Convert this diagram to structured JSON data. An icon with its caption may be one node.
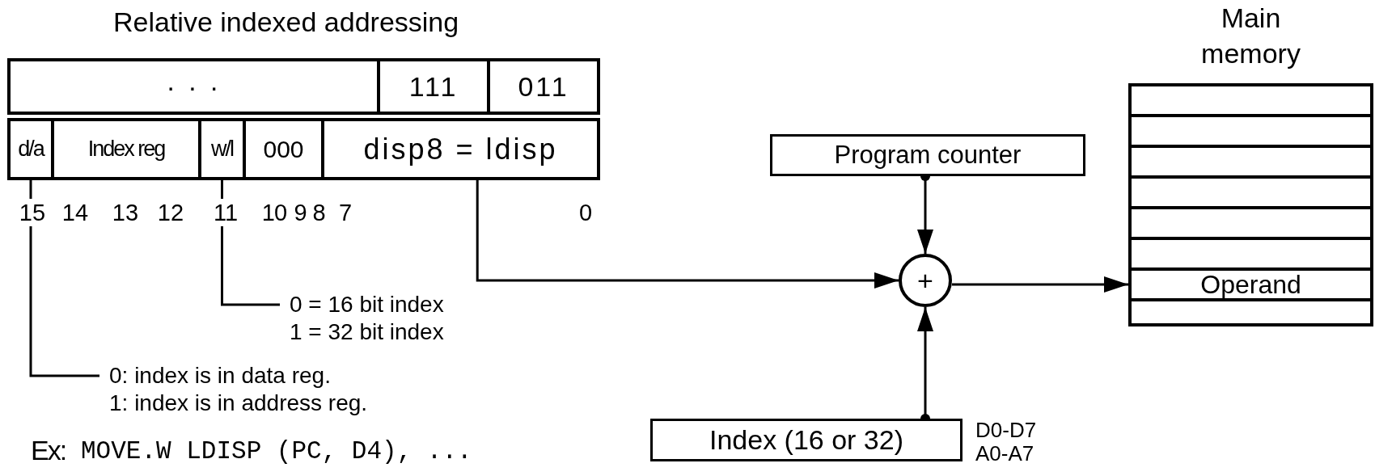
{
  "diagram": {
    "title": "Relative indexed addressing",
    "nodes": [
      {
        "text": [
          "· · ·"
        ]
      },
      {
        "text": [
          "111"
        ]
      },
      {
        "text": [
          "011"
        ]
      },
      {
        "text": [
          "d/a"
        ]
      },
      {
        "text": [
          "Index reg"
        ]
      },
      {
        "text": [
          "w/l"
        ]
      },
      {
        "text": [
          "000"
        ]
      },
      {
        "text": [
          "disp8 = ldisp"
        ]
      },
      {
        "text": [
          "Program counter"
        ]
      },
      {
        "text": [
          "+"
        ]
      },
      {
        "text": [
          "Index (16 or 32)"
        ],
        "beside": [
          "D0-D7",
          "A0-A7"
        ]
      },
      {
        "text": [
          "Main memory"
        ]
      },
      {
        "text": [],
        "shape": "box",
        "in": 11
      },
      {
        "text": [],
        "shape": "box",
        "in": 11
      },
      {
        "text": [],
        "shape": "box",
        "in": 11
      },
      {
        "text": [],
        "shape": "box",
        "in": 11
      },
      {
        "text": [],
        "shape": "box",
        "in": 11
      },
      {
        "text": [],
        "shape": "box",
        "in": 11
      },
      {
        "text": [
          "Operand"
        ],
        "in": 11
      },
      {
        "text": [],
        "shape": "box",
        "in": 11
      },
      {
        "text": [
          "0 = 16 bit index",
          "1 = 32 bit index"
        ]
      },
      {
        "text": [
          "0: index is in data reg.",
          "1: index is in address reg."
        ]
      }
    ],
    "edges": [
      {
        "from": 7,
        "to": 9,
        "arrow": "to"
      },
      {
        "from": 8,
        "to": 9,
        "arrow": "to"
      },
      {
        "from": 10,
        "to": 9,
        "arrow": "to"
      },
      {
        "from": 9,
        "to": 18,
        "arrow": "to"
      },
      {
        "from": 5,
        "to": 20,
        "arrow": "none"
      },
      {
        "from": 3,
        "to": 21,
        "arrow": "none"
      }
    ],
    "labels": [
      "15",
      "14",
      "13",
      "12",
      "11",
      "10",
      "9",
      "8",
      "7",
      "0",
      "Ex:",
      "MOVE.W LDISP (PC, D4), ..."
    ]
  }
}
